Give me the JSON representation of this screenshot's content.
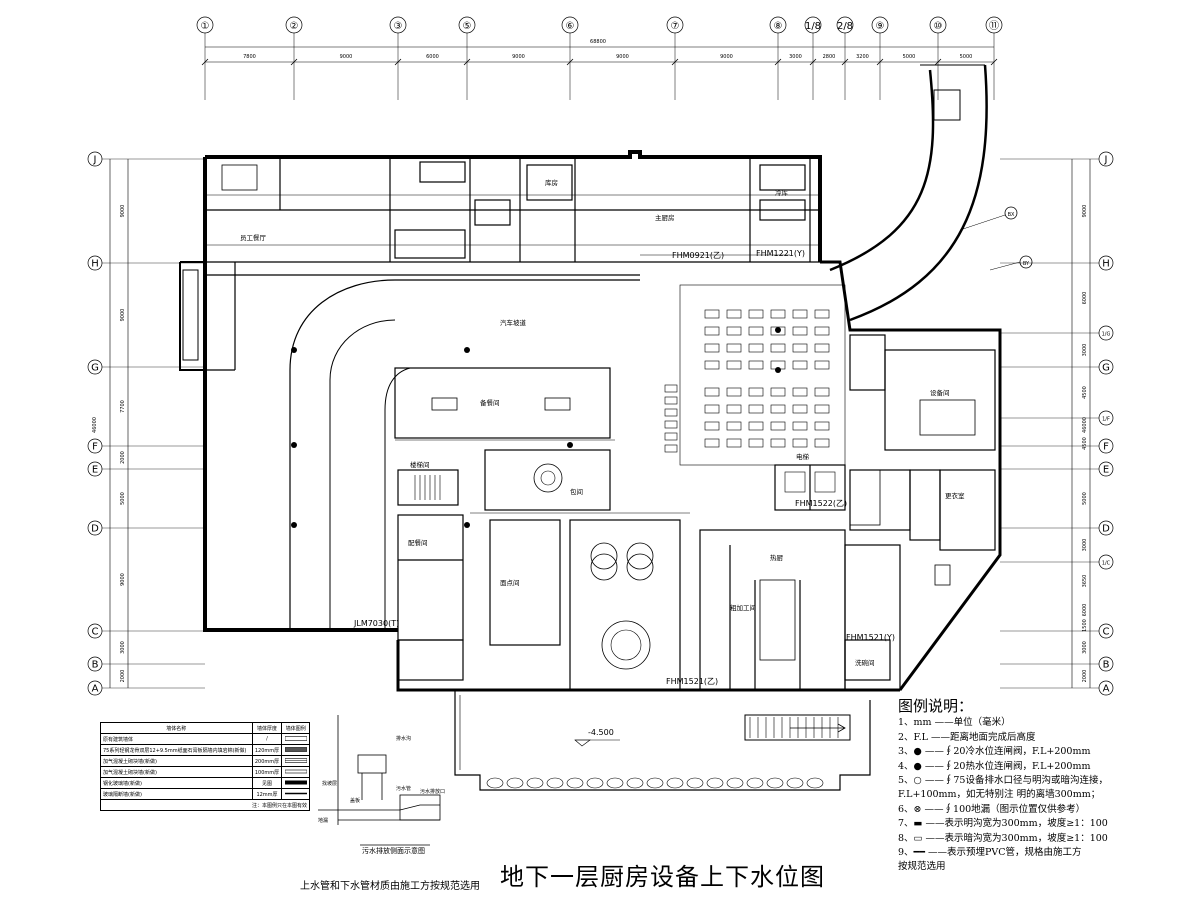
{
  "title": "地下一层厨房设备上下水位图",
  "subnote": "上水管和下水管材质由施工方按规范选用",
  "inset_caption": "污水排放侧面示意图",
  "top_grid": [
    "①",
    "②",
    "③",
    "⑤",
    "⑥",
    "⑦",
    "⑧",
    "1/8",
    "2/8",
    "⑨",
    "⑩",
    "⑪"
  ],
  "top_dims": [
    "7800",
    "9000",
    "6000",
    "9000",
    "9000",
    "9000",
    "3000",
    "2800",
    "3200",
    "5000",
    "5000"
  ],
  "overall_width": "68800",
  "row_grid": [
    "J",
    "H",
    "G",
    "F",
    "E",
    "D",
    "C",
    "B",
    "A"
  ],
  "right_extra_grid": [
    "1/G",
    "1/F",
    "1/C"
  ],
  "left_dims": [
    "9000",
    "9000",
    "7700",
    "2000",
    "5000",
    "9000",
    "3000",
    "2000"
  ],
  "left_total": "46000",
  "right_dims": [
    "9000",
    "6000",
    "3000",
    "4500",
    "4500",
    "5000",
    "3000",
    "3650",
    "6000",
    "1500",
    "3000",
    "2000"
  ],
  "right_total": "46000",
  "curve_labels": [
    "BX",
    "BY"
  ],
  "door_tags": [
    "FHM1221(Y)",
    "FHM0921(乙)",
    "FHM1522(乙)",
    "FHM1521(Y)",
    "JLM7030(T)",
    "FHM1521(乙)"
  ],
  "room_labels": [
    "员工餐厅",
    "主厨房",
    "备餐间",
    "冷库",
    "粗加工间",
    "洗碗间",
    "更衣室",
    "库房",
    "面点间",
    "热厨",
    "配餐间",
    "包间",
    "设备间",
    "汽车坡道",
    "电梯",
    "楼梯间"
  ],
  "elevation_mark": "-4.500",
  "legend": {
    "title": "图例说明：",
    "items": [
      "1、mm    ——单位（毫米）",
      "2、F.L   ——距离地面完成后高度",
      "3、●     ——∮20冷水位连闸阀，F.L+200mm",
      "4、●     ——∮20热水位连闸阀，F.L+200mm",
      "5、○     ——∮75设备排水口径与明沟或暗沟连接，",
      "          F.L+100mm，如无特别注  明的离墙300mm；",
      "6、⊗     ——∮100地漏（图示位置仅供参考）",
      "7、▬     ——表示明沟宽为300mm，坡度≥1：100",
      "8、▭     ——表示暗沟宽为300mm，坡度≥1：100",
      "9、━━    ——表示预埋PVC管，规格由施工方",
      "            按规范选用"
    ]
  },
  "wall_table": {
    "headers": [
      "墙体名称",
      "墙体厚度",
      "墙体图例"
    ],
    "rows": [
      [
        "原有建筑墙体",
        "/",
        ""
      ],
      [
        "75系列轻钢龙骨双层12+9.5mm纸面石膏板隔墙内填岩棉(新做)",
        "120mm厚",
        ""
      ],
      [
        "加气混凝土砌块墙(新做)",
        "200mm厚",
        ""
      ],
      [
        "加气混凝土砌块墙(新做)",
        "100mm厚",
        ""
      ],
      [
        "钢化玻璃墙(新做)",
        "见图",
        ""
      ],
      [
        "玻璃隔断墙(新做)",
        "12mm厚",
        ""
      ]
    ],
    "note": "注：本图例只在本图有效"
  },
  "inset_labels": [
    "排水沟",
    "污水管",
    "盖板",
    "污水排放口",
    "地漏",
    "找坡层"
  ]
}
